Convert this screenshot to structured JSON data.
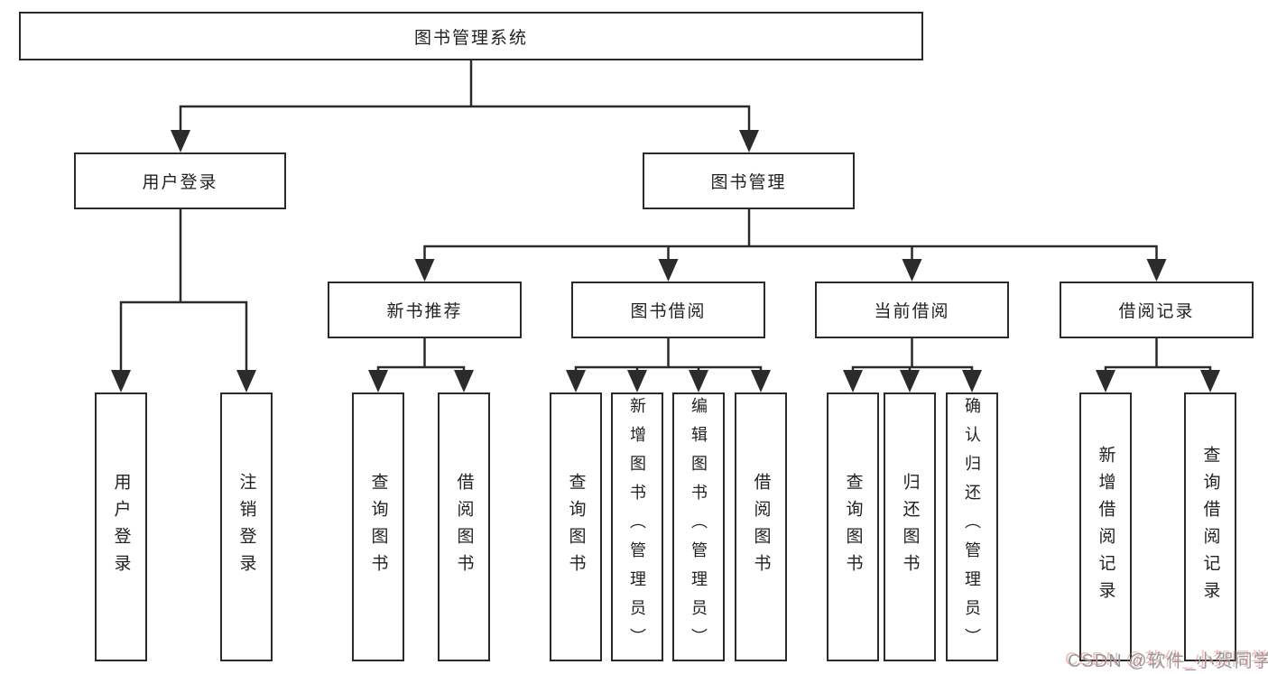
{
  "diagram": {
    "root": {
      "label": "图书管理系统"
    },
    "branches": {
      "user_login": {
        "label": "用户登录"
      },
      "book_management": {
        "label": "图书管理"
      }
    },
    "modules": {
      "new_book_recommend": {
        "label": "新书推荐"
      },
      "book_borrow": {
        "label": "图书借阅"
      },
      "current_borrow": {
        "label": "当前借阅"
      },
      "borrow_record": {
        "label": "借阅记录"
      }
    },
    "leaves": {
      "login_user_login": {
        "label": "用户登录"
      },
      "login_logout": {
        "label": "注销登录"
      },
      "recommend_query_book": {
        "label": "查询图书"
      },
      "recommend_borrow_book": {
        "label": "借阅图书"
      },
      "borrow_query_book": {
        "label": "查询图书"
      },
      "borrow_add_book": {
        "label": "新增图书（管理员）"
      },
      "borrow_edit_book": {
        "label": "编辑图书（管理员）"
      },
      "borrow_borrow_book": {
        "label": "借阅图书"
      },
      "current_query_book": {
        "label": "查询图书"
      },
      "current_return_book": {
        "label": "归还图书"
      },
      "current_confirm_return": {
        "label": "确认归还（管理员）"
      },
      "record_add_record": {
        "label": "新增借阅记录"
      },
      "record_query_record": {
        "label": "查询借阅记录"
      }
    }
  },
  "watermark": {
    "text": "CSDN @软件_小贺同学"
  },
  "colors": {
    "line": "#2b2b2b",
    "box_border": "#2b2b2b",
    "text": "#222222",
    "watermark": "#999999"
  }
}
